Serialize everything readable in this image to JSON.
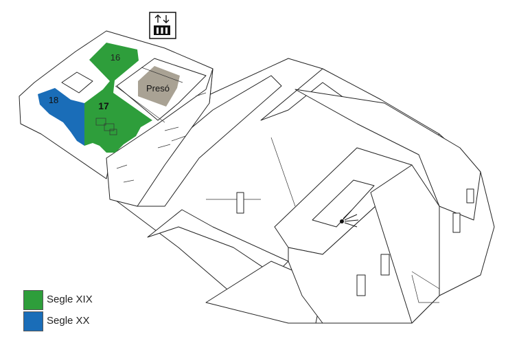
{
  "map": {
    "zones": [
      {
        "id": "16",
        "label": "16",
        "period": "Segle XIX"
      },
      {
        "id": "17",
        "label": "17",
        "period": "Segle XIX"
      },
      {
        "id": "18",
        "label": "18",
        "period": "Segle XX"
      },
      {
        "id": "preso",
        "label": "Presó"
      }
    ],
    "icons": [
      "elevator-icon",
      "info-point-icon"
    ]
  },
  "legend": {
    "items": [
      {
        "label": "Segle XIX",
        "color": "#2e9e3b"
      },
      {
        "label": "Segle XX",
        "color": "#1a6db8"
      }
    ]
  },
  "colors": {
    "green": "#2e9e3b",
    "blue": "#1a6db8",
    "preso": "#a9a294"
  }
}
